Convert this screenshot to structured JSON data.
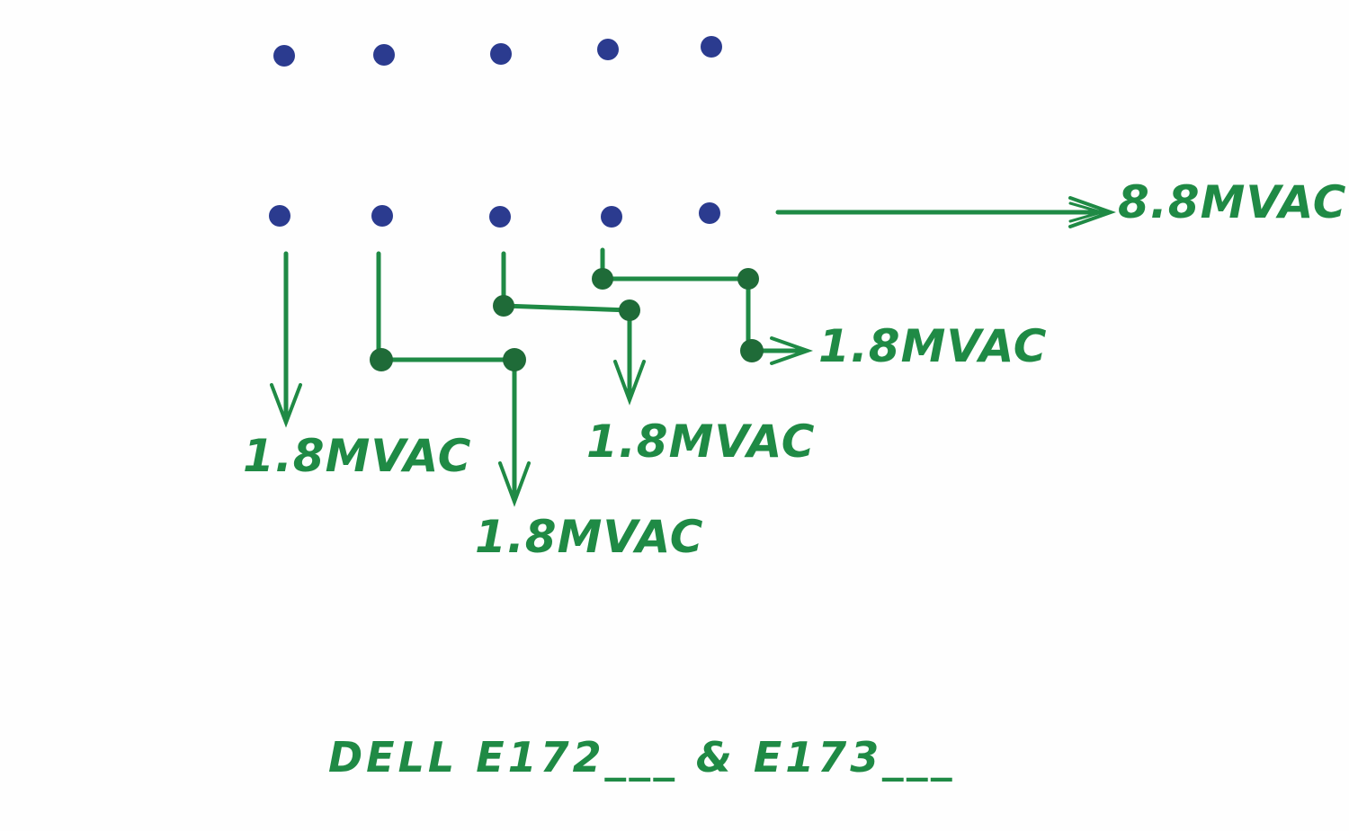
{
  "colors": {
    "ink_green": "#1f8a45",
    "dot_blue": "#2b3b8f"
  },
  "labels": {
    "main_output": "8.8MVAC",
    "out1": "1.8MVAC",
    "out2": "1.8MVAC",
    "out3": "1.8MVAC",
    "out4": "1.8MVAC"
  },
  "footer": "DELL  E172___ & E173___"
}
